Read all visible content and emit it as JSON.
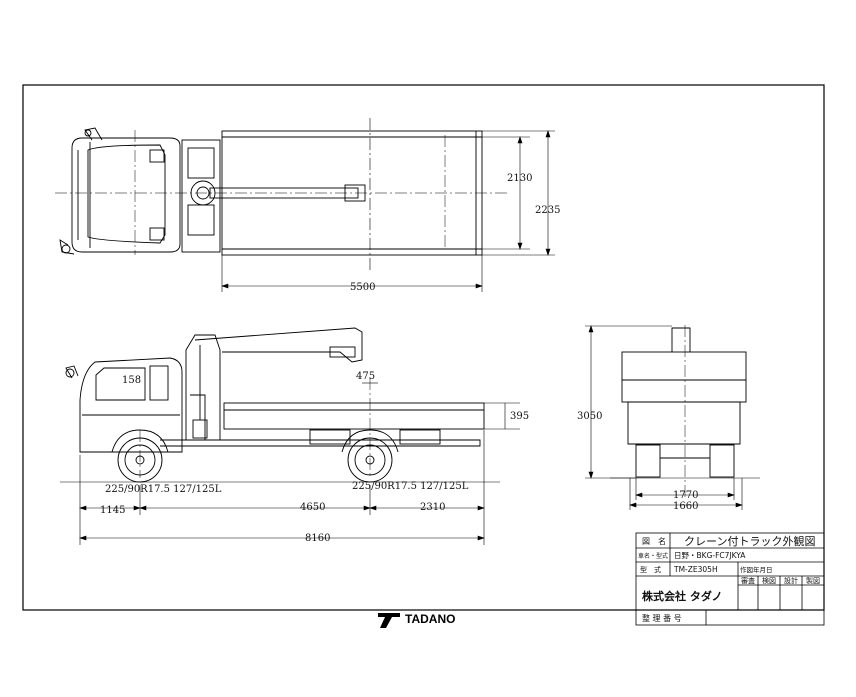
{
  "dimensions": {
    "top_inner_width": "2130",
    "top_outer_width": "2235",
    "deck_length": "5500",
    "side_offset_158": "158",
    "side_boom_475": "475",
    "deck_height": "395",
    "front_tire": "225/90R17.5 127/125L",
    "rear_tire": "225/90R17.5 127/125L",
    "front_overhang": "1145",
    "wheelbase": "4650",
    "rear_overhang": "2310",
    "overall_length": "8160",
    "overall_height": "3050",
    "rear_track_outer": "1770",
    "rear_track_inner": "1660"
  },
  "title_block": {
    "drawing_name_label": "図　名",
    "drawing_name": "クレーン付トラック外観図",
    "vehicle_label": "車名・型式",
    "vehicle": "日野・BKG-FC7JKYA",
    "model_label": "型　式",
    "model": "TM-ZE305H",
    "date_label": "作図年月日",
    "approval_labels": [
      "審査",
      "検図",
      "設計",
      "製図"
    ],
    "company": "株式会社 タダノ",
    "number_label": "整 理 番 号"
  },
  "logo": {
    "text": "TADANO"
  }
}
